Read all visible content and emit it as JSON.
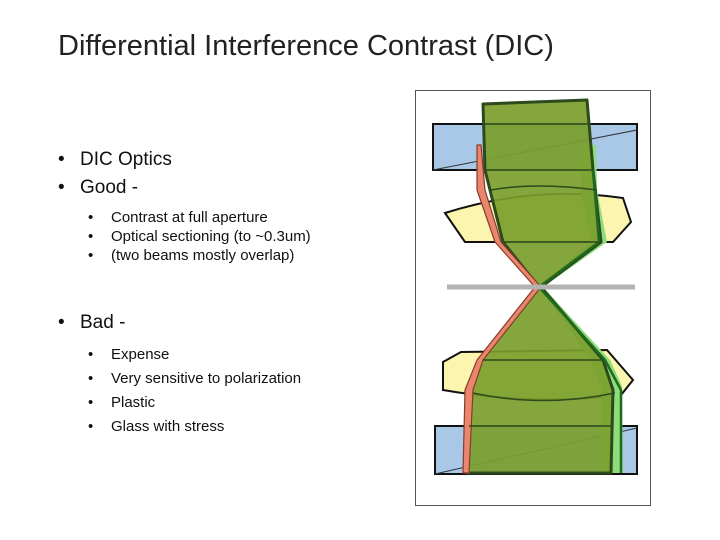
{
  "slide": {
    "title": "Differential Interference Contrast (DIC)"
  },
  "bullets": {
    "dic_optics": "DIC Optics",
    "good_label": "Good -",
    "good_items": [
      "Contrast at full aperture",
      "Optical sectioning (to ~0.3um)",
      "(two beams mostly overlap)"
    ],
    "bad_label": "Bad -",
    "bad_items": [
      "Expense",
      "Very sensitive to polarization",
      "Plastic",
      "Glass with stress"
    ]
  },
  "figure": {
    "colors": {
      "prism": "#a9c8e8",
      "lens": "#fbf5b0",
      "beam_fill": "#7a9e2c",
      "beam_dark": "#2d4a1c",
      "red_beam": "#e8876e",
      "green_beam": "#8fdc7a",
      "focal_plane": "#b3b3b3"
    }
  }
}
